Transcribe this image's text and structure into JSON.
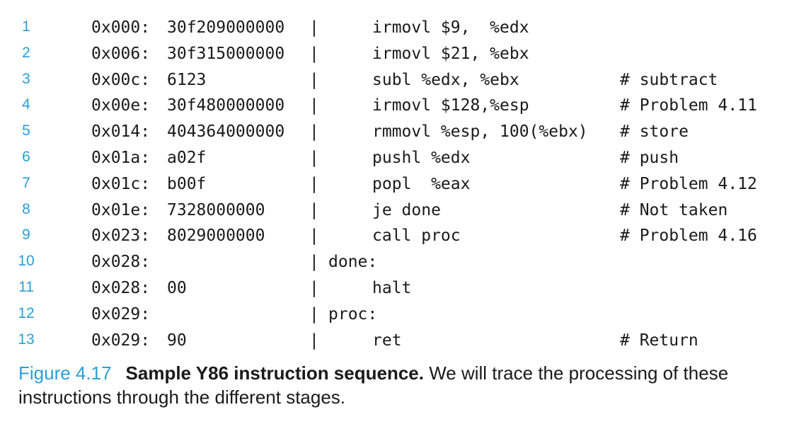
{
  "listing": {
    "rows": [
      {
        "line": "1",
        "addr": "0x000:",
        "bytes": "30f209000000",
        "label": "",
        "instr": "irmovl $9,  %edx",
        "comment": ""
      },
      {
        "line": "2",
        "addr": "0x006:",
        "bytes": "30f315000000",
        "label": "",
        "instr": "irmovl $21, %ebx",
        "comment": ""
      },
      {
        "line": "3",
        "addr": "0x00c:",
        "bytes": "6123",
        "label": "",
        "instr": "subl %edx, %ebx",
        "comment": "# subtract"
      },
      {
        "line": "4",
        "addr": "0x00e:",
        "bytes": "30f480000000",
        "label": "",
        "instr": "irmovl $128,%esp",
        "comment": "# Problem 4.11"
      },
      {
        "line": "5",
        "addr": "0x014:",
        "bytes": "404364000000",
        "label": "",
        "instr": "rmmovl %esp, 100(%ebx)",
        "comment": "# store"
      },
      {
        "line": "6",
        "addr": "0x01a:",
        "bytes": "a02f",
        "label": "",
        "instr": "pushl %edx",
        "comment": "# push"
      },
      {
        "line": "7",
        "addr": "0x01c:",
        "bytes": "b00f",
        "label": "",
        "instr": "popl  %eax",
        "comment": "# Problem 4.12"
      },
      {
        "line": "8",
        "addr": "0x01e:",
        "bytes": "7328000000",
        "label": "",
        "instr": "je done",
        "comment": "# Not taken"
      },
      {
        "line": "9",
        "addr": "0x023:",
        "bytes": "8029000000",
        "label": "",
        "instr": "call proc",
        "comment": "# Problem 4.16"
      },
      {
        "line": "10",
        "addr": "0x028:",
        "bytes": "",
        "label": "done:",
        "instr": "",
        "comment": ""
      },
      {
        "line": "11",
        "addr": "0x028:",
        "bytes": "00",
        "label": "",
        "instr": "halt",
        "comment": ""
      },
      {
        "line": "12",
        "addr": "0x029:",
        "bytes": "",
        "label": "proc:",
        "instr": "",
        "comment": ""
      },
      {
        "line": "13",
        "addr": "0x029:",
        "bytes": "90",
        "label": "",
        "instr": "ret",
        "comment": "# Return"
      }
    ],
    "separator": "|"
  },
  "caption": {
    "figure_label": "Figure 4.17",
    "title": "Sample Y86 instruction sequence.",
    "text": " We will trace the processing of these instructions through the different stages."
  },
  "colors": {
    "accent": "#2a9fd6",
    "text": "#1a1a1a",
    "background": "#ffffff"
  }
}
